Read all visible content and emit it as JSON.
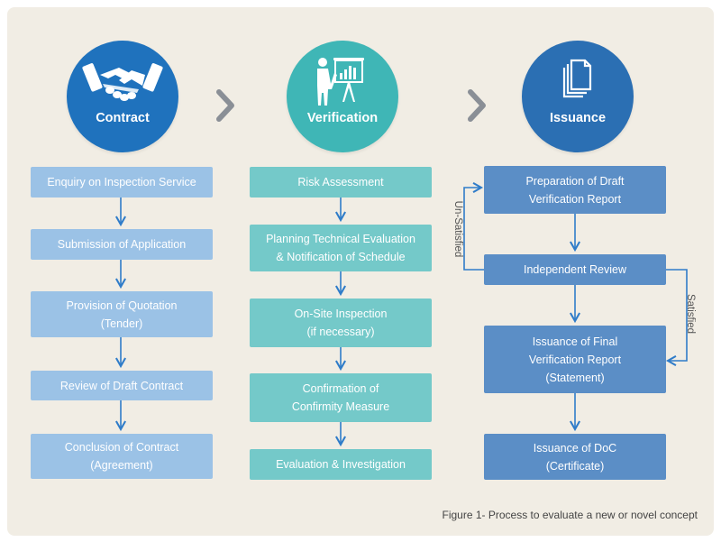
{
  "stages": {
    "contract": {
      "title": "Contract",
      "icon": "handshake-icon",
      "color": "#1f72bd"
    },
    "verification": {
      "title": "Verification",
      "icon": "presentation-icon",
      "color": "#3fb6b6"
    },
    "issuance": {
      "title": "Issuance",
      "icon": "documents-icon",
      "color": "#2b6fb3"
    }
  },
  "contract_steps": [
    "Enquiry on Inspection Service",
    "Submission of Application",
    "Provision of Quotation\n(Tender)",
    "Review of Draft Contract",
    "Conclusion of Contract\n(Agreement)"
  ],
  "verification_steps": [
    "Risk Assessment",
    "Planning Technical Evaluation\n& Notification of Schedule",
    "On-Site Inspection\n(if necessary)",
    "Confirmation of\nConfirmity Measure",
    "Evaluation & Investigation"
  ],
  "issuance_steps": [
    "Preparation of Draft\nVerification Report",
    "Independent Review",
    "Issuance of Final\nVerification Report\n(Statement)",
    "Issuance of DoC\n(Certificate)"
  ],
  "feedback": {
    "unsatisfied": "Un-Satisfied",
    "satisfied": "Satisfied"
  },
  "caption": "Figure 1- Process to evaluate a new or novel concept",
  "colors": {
    "arrow": "#2f7cc9",
    "chevron": "#8a8f96",
    "background": "#f1ede4"
  }
}
